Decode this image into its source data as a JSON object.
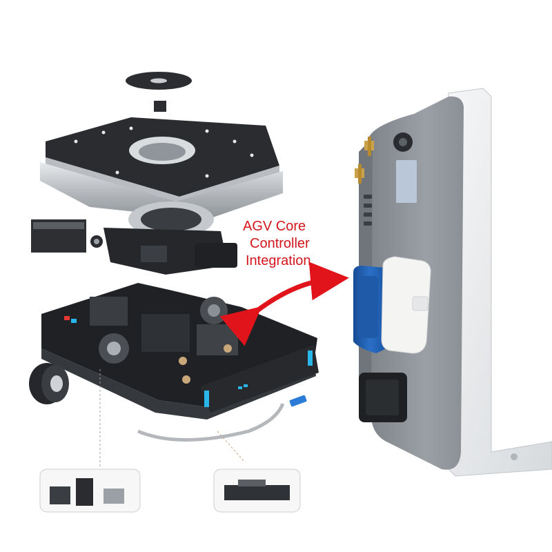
{
  "callout": {
    "lines": [
      "AGV Core",
      "Controller",
      "Integration"
    ],
    "color": "#d4161c"
  },
  "palette": {
    "background": "#ffffff",
    "controller_housing": "#8c9196",
    "dark_parts": "#26282b",
    "connector_blue": "#1d5fb4",
    "connector_white": "#f4f4f2",
    "accent_cyan": "#29b6e8",
    "arrow_red": "#e0141a"
  }
}
